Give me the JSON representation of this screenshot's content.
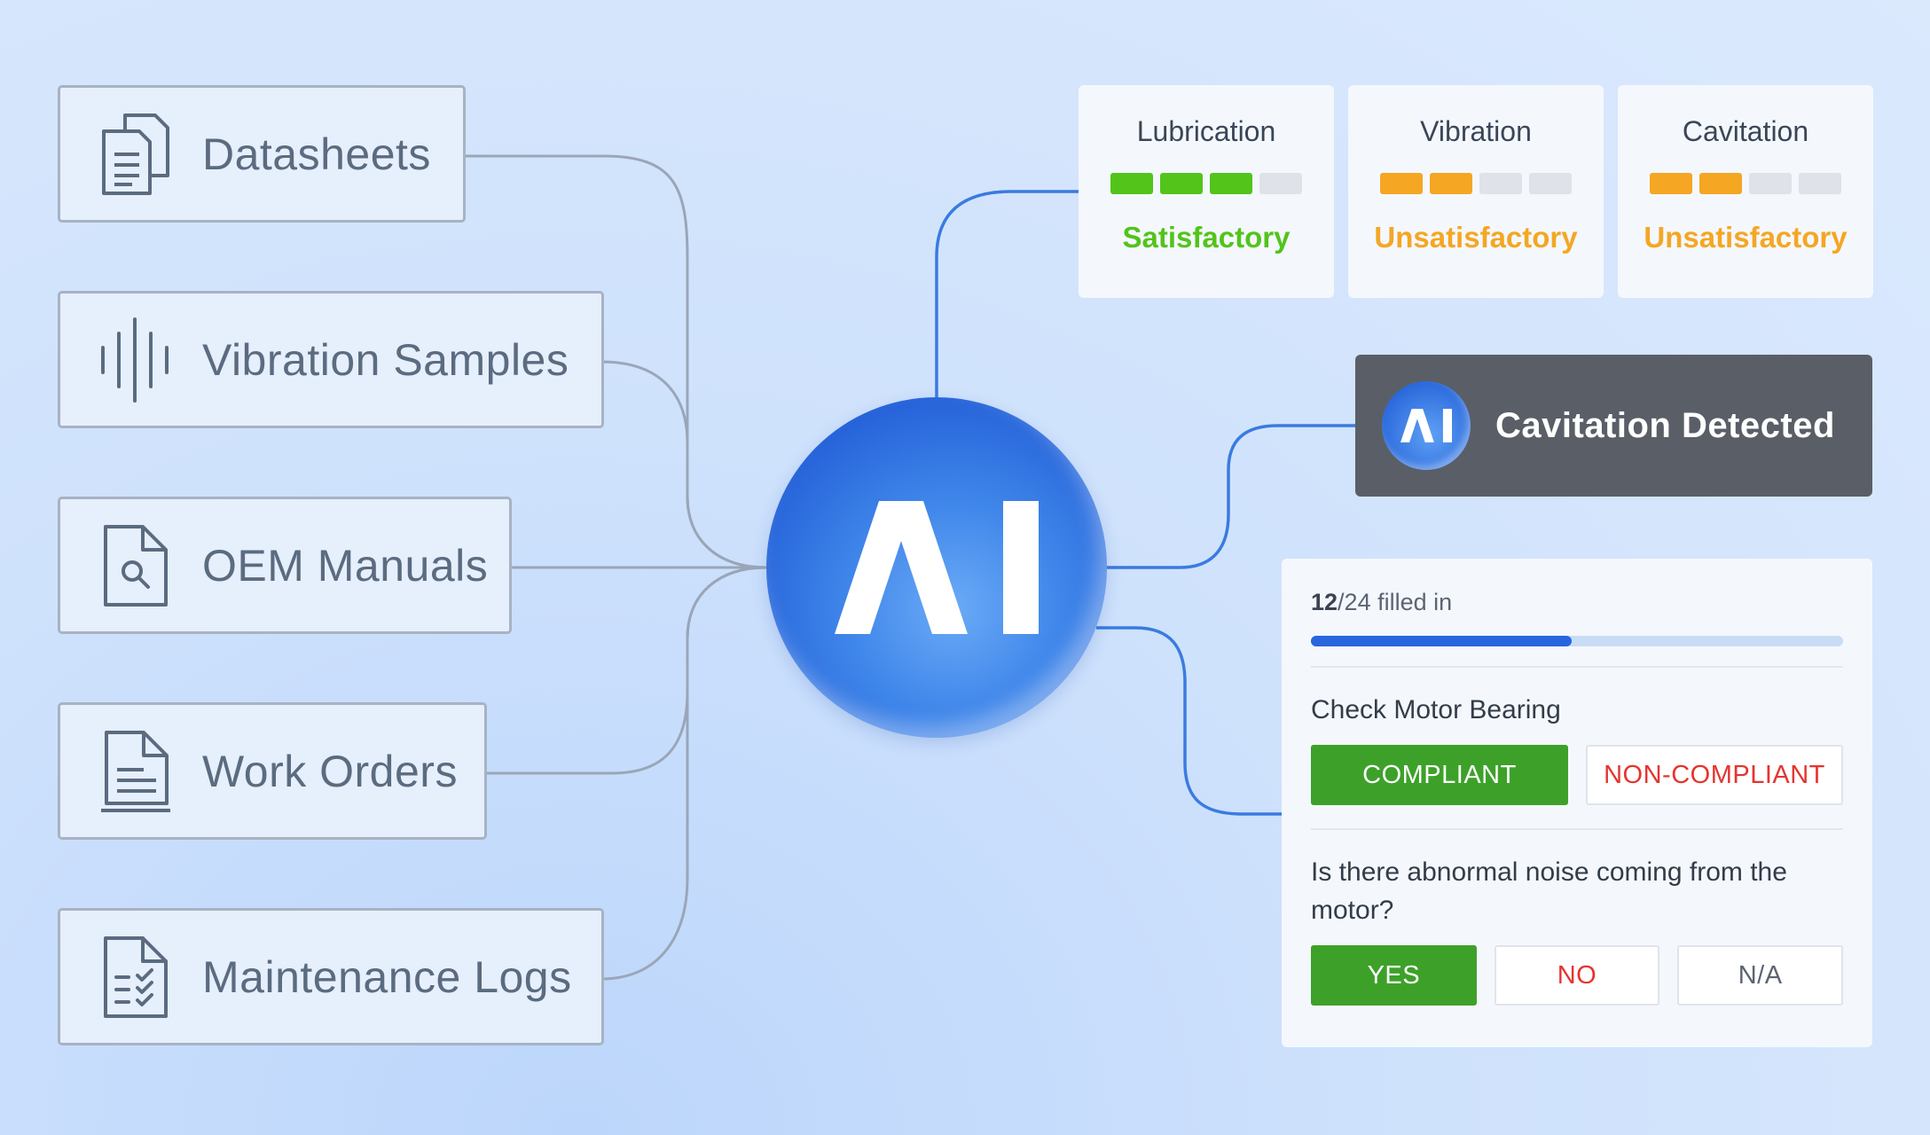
{
  "sources": [
    {
      "label": "Datasheets",
      "icon": "documents-icon"
    },
    {
      "label": "Vibration Samples",
      "icon": "waveform-icon"
    },
    {
      "label": "OEM Manuals",
      "icon": "document-search-icon"
    },
    {
      "label": "Work Orders",
      "icon": "document-lines-icon"
    },
    {
      "label": "Maintenance Logs",
      "icon": "checklist-document-icon"
    }
  ],
  "hub": {
    "label": "AI"
  },
  "metrics": [
    {
      "title": "Lubrication",
      "level": 3,
      "max": 4,
      "status": "Satisfactory",
      "color": "#52c41a"
    },
    {
      "title": "Vibration",
      "level": 2,
      "max": 4,
      "status": "Unsatisfactory",
      "color": "#f5a623"
    },
    {
      "title": "Cavitation",
      "level": 2,
      "max": 4,
      "status": "Unsatisfactory",
      "color": "#f5a623"
    }
  ],
  "alert": {
    "badge": "AI",
    "text": "Cavitation Detected"
  },
  "checklist": {
    "filled": "12",
    "total": "/24 filled in",
    "progress": 0.49,
    "q1": {
      "text": "Check Motor Bearing",
      "yes": "COMPLIANT",
      "no": "NON-COMPLIANT"
    },
    "q2": {
      "text": "Is there abnormal noise coming from the motor?",
      "yes": "YES",
      "no": "NO",
      "na": "N/A"
    }
  },
  "colors": {
    "green": "#3da129",
    "red": "#e5342f",
    "accent": "#2766dd",
    "wire_left": "#9aa6b8",
    "wire_right": "#3a7be0"
  }
}
